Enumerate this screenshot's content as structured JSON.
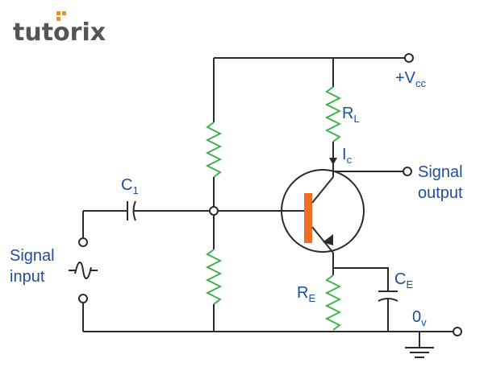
{
  "logo": {
    "text": "tutorix",
    "dot_color": "#e8932c"
  },
  "labels": {
    "vcc_main": "+V",
    "vcc_sub": "cc",
    "rl_main": "R",
    "rl_sub": "L",
    "ic_main": "I",
    "ic_sub": "c",
    "signal_output_line1": "Signal",
    "signal_output_line2": "output",
    "c1_main": "C",
    "c1_sub": "1",
    "signal_input_line1": "Signal",
    "signal_input_line2": "input",
    "ce_main": "C",
    "ce_sub": "E",
    "re_main": "R",
    "re_sub": "E",
    "ov_main": "0",
    "ov_sub": "v"
  },
  "colors": {
    "wire": "#2b2b2b",
    "resistor": "#3fb34f",
    "transistor_base": "#f26c24",
    "label": "#1f4e9c"
  }
}
